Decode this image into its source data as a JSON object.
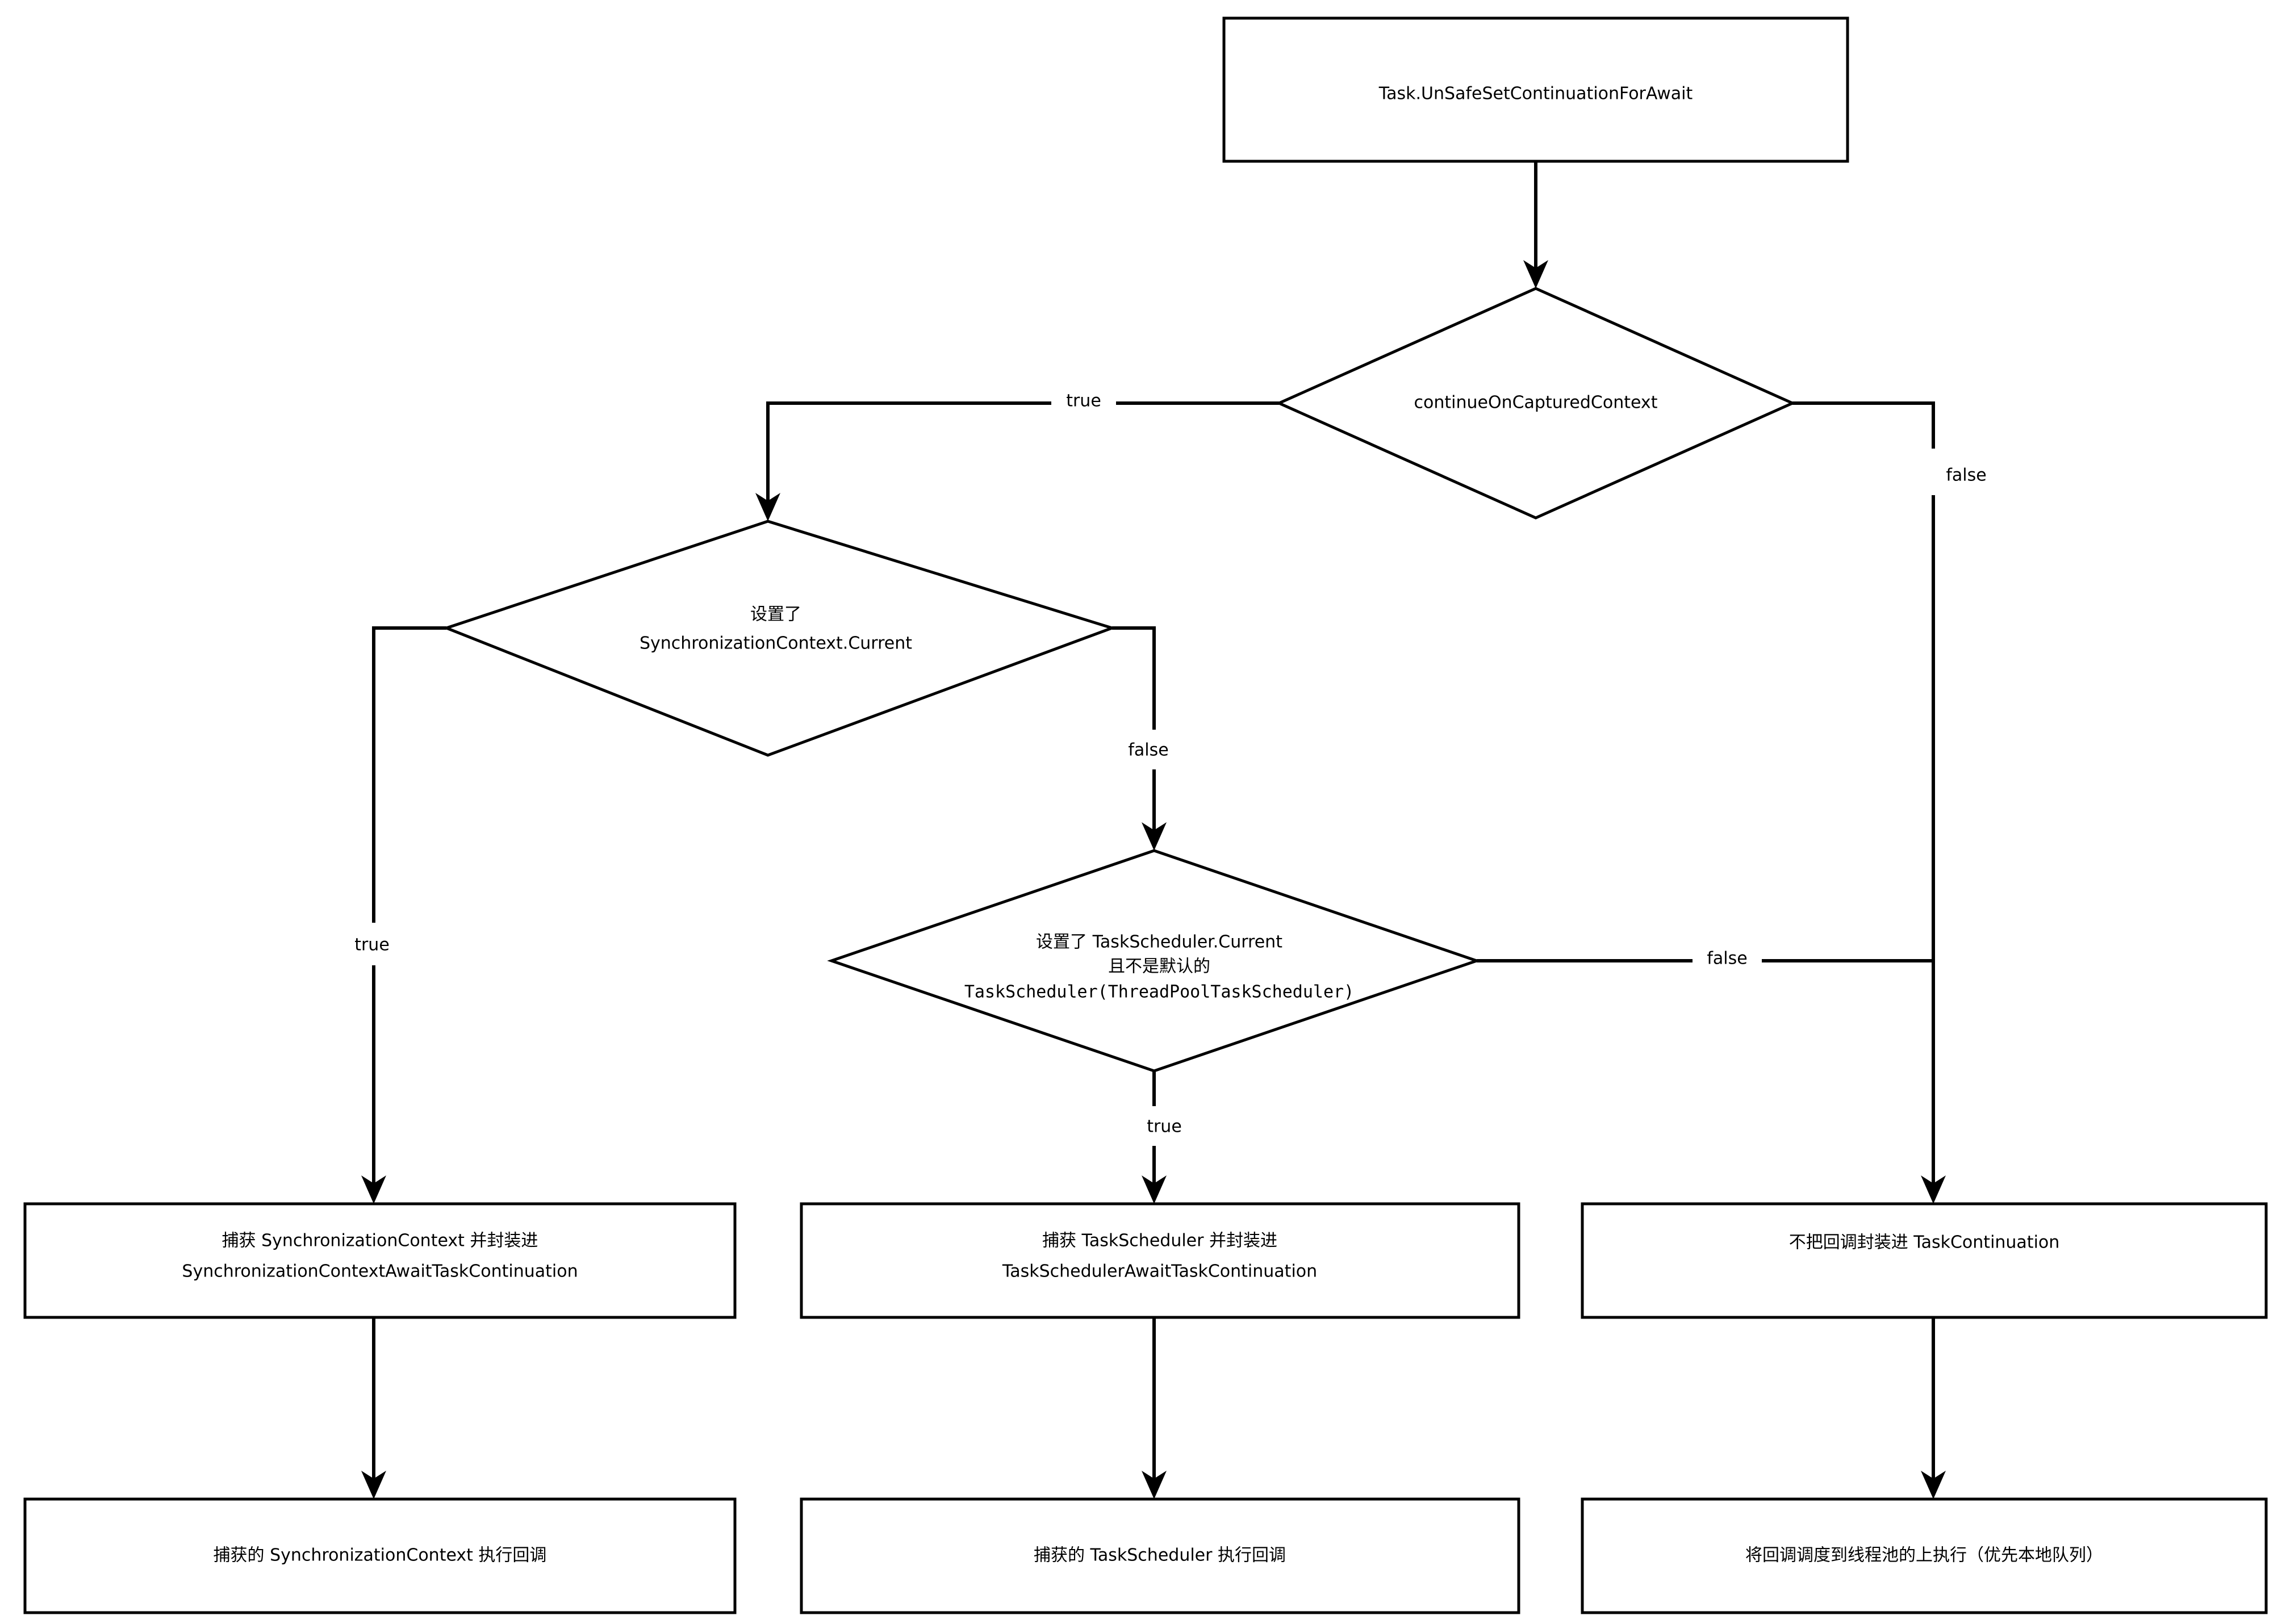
{
  "diagram": {
    "title": "Task.UnSafeSetContinuationForAwait flow",
    "background_color": "#ffffff",
    "stroke_color": "#000000",
    "nodes": [
      {
        "id": "start",
        "shape": "rectangle",
        "lines": [
          "Task.UnSafeSetContinuationForAwait"
        ]
      },
      {
        "id": "d_continue",
        "shape": "diamond",
        "lines": [
          "continueOnCapturedContext"
        ]
      },
      {
        "id": "d_synccontext",
        "shape": "diamond",
        "lines": [
          "设置了",
          "SynchronizationContext.Current"
        ]
      },
      {
        "id": "d_taskscheduler",
        "shape": "diamond",
        "lines": [
          "设置了 TaskScheduler.Current",
          "且不是默认的",
          "TaskScheduler(ThreadPoolTaskScheduler)"
        ]
      },
      {
        "id": "r_sync_wrap",
        "shape": "rectangle",
        "lines": [
          "捕获 SynchronizationContext 并封装进",
          "SynchronizationContextAwaitTaskContinuation"
        ]
      },
      {
        "id": "r_ts_wrap",
        "shape": "rectangle",
        "lines": [
          "捕获 TaskScheduler 并封装进",
          "TaskSchedulerAwaitTaskContinuation"
        ]
      },
      {
        "id": "r_nowrap",
        "shape": "rectangle",
        "lines": [
          "不把回调封装进 TaskContinuation"
        ]
      },
      {
        "id": "r_sync_run",
        "shape": "rectangle",
        "lines": [
          "捕获的 SynchronizationContext 执行回调"
        ]
      },
      {
        "id": "r_ts_run",
        "shape": "rectangle",
        "lines": [
          "捕获的 TaskScheduler 执行回调"
        ]
      },
      {
        "id": "r_pool_run",
        "shape": "rectangle",
        "lines": [
          "将回调调度到线程池的上执行（优先本地队列）"
        ]
      }
    ],
    "edges": [
      {
        "id": "e_start_continue",
        "from": "start",
        "to": "d_continue",
        "label": ""
      },
      {
        "id": "e_continue_true",
        "from": "d_continue",
        "to": "d_synccontext",
        "label": "true"
      },
      {
        "id": "e_continue_false",
        "from": "d_continue",
        "to": "r_nowrap",
        "label": "false"
      },
      {
        "id": "e_sync_true",
        "from": "d_synccontext",
        "to": "r_sync_wrap",
        "label": "true"
      },
      {
        "id": "e_sync_false",
        "from": "d_synccontext",
        "to": "d_taskscheduler",
        "label": "false"
      },
      {
        "id": "e_ts_true",
        "from": "d_taskscheduler",
        "to": "r_ts_wrap",
        "label": "true"
      },
      {
        "id": "e_ts_false",
        "from": "d_taskscheduler",
        "to": "r_nowrap",
        "label": "false"
      },
      {
        "id": "e_syncwrap_run",
        "from": "r_sync_wrap",
        "to": "r_sync_run",
        "label": ""
      },
      {
        "id": "e_tswrap_run",
        "from": "r_ts_wrap",
        "to": "r_ts_run",
        "label": ""
      },
      {
        "id": "e_nowrap_run",
        "from": "r_nowrap",
        "to": "r_pool_run",
        "label": ""
      }
    ]
  }
}
